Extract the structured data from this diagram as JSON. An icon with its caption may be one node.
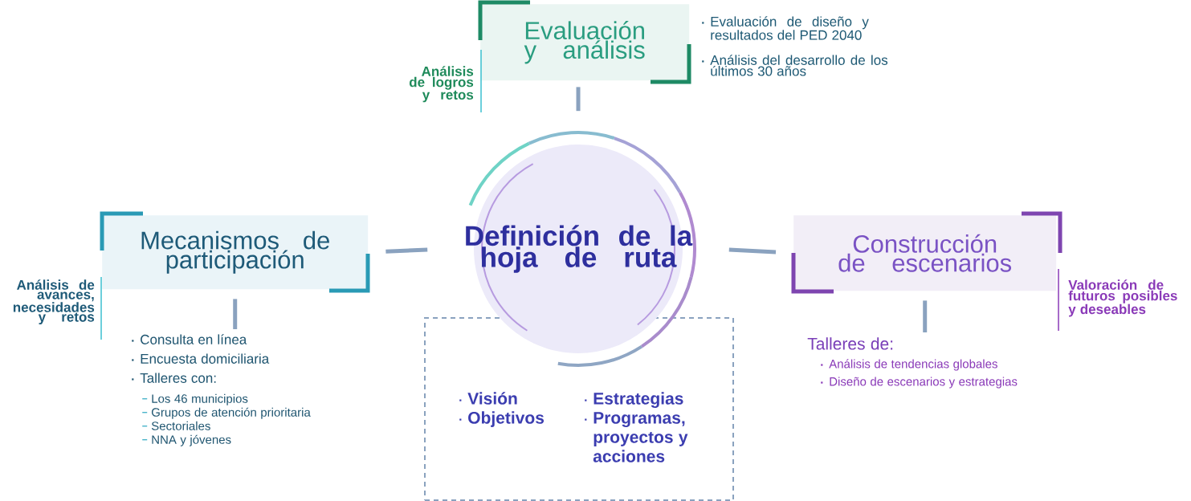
{
  "diagram": {
    "nodes": [
      {
        "text": [
          "Evaluación y análisis"
        ],
        "beside": [
          "Análisis de logros y retos"
        ]
      },
      {
        "text": [
          "Mecanismos de participación"
        ],
        "beside": [
          "Análisis de avances, necesidades y retos"
        ]
      },
      {
        "text": [
          "Definición de la hoja de ruta"
        ]
      },
      {
        "text": [
          "Construcción de escenarios"
        ],
        "beside": [
          "Valoración de futuros posibles y deseables"
        ]
      },
      {
        "text": [
          "Consulta en línea",
          "Encuesta domiciliaria",
          "Talleres con:",
          "Los 46 municipios",
          "Grupos de atención prioritaria",
          "Sectoriales",
          "NNA y jóvenes"
        ]
      },
      {
        "text": [
          "Talleres de:",
          "Análisis de tendencias globales",
          "Diseño de escenarios y estrategias"
        ]
      },
      {
        "text": [
          "Visión",
          "Objetivos",
          "Estrategias",
          "Programas, proyectos y acciones"
        ]
      }
    ],
    "edges": [
      {
        "from": 2,
        "to": 0,
        "arrow": "none"
      },
      {
        "from": 2,
        "to": 1,
        "arrow": "none"
      },
      {
        "from": 2,
        "to": 3,
        "arrow": "none"
      },
      {
        "from": 1,
        "to": 4,
        "arrow": "none"
      },
      {
        "from": 3,
        "to": 5,
        "arrow": "none"
      }
    ],
    "labels": [
      "Evaluación de diseño y resultados del PED 2040",
      "Análisis del desarrollo de los últimos 30 años"
    ]
  }
}
